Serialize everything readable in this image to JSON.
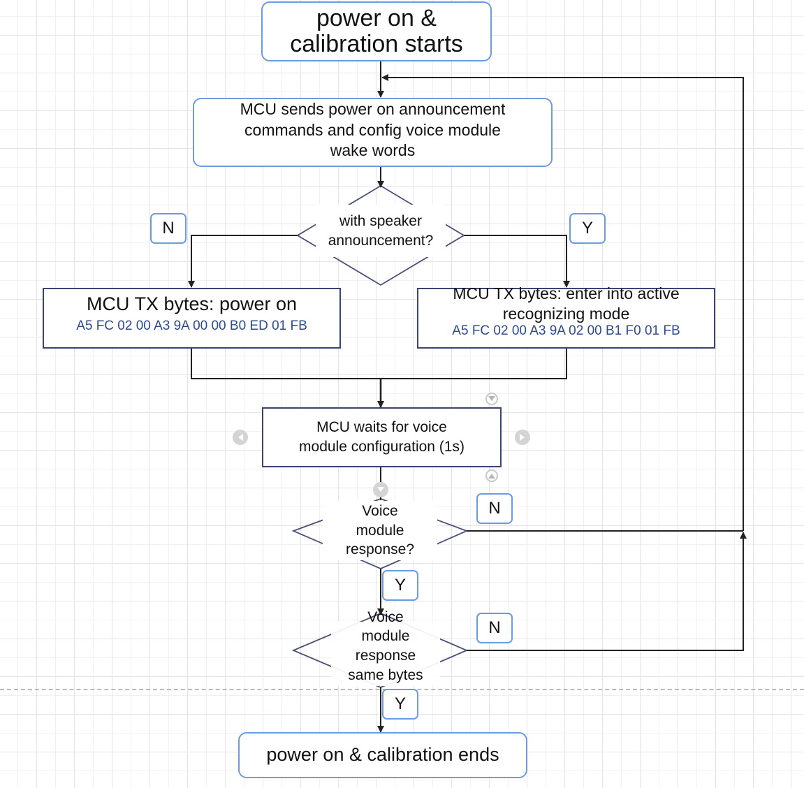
{
  "diagram": {
    "type": "flowchart",
    "nodes": {
      "start": {
        "label": "power on &\ncalibration starts",
        "shape": "rounded-rect"
      },
      "announce": {
        "label": "MCU sends power on announcement\ncommands and config voice module\nwake words",
        "shape": "rounded-rect"
      },
      "decision_speaker": {
        "label": "with speaker\nannouncement?",
        "shape": "diamond"
      },
      "tx_power_on": {
        "title": "MCU TX bytes: power on",
        "bytes": "A5 FC 02 00 A3 9A 00 00 B0 ED 01 FB",
        "shape": "rect"
      },
      "tx_active": {
        "title": "MCU TX bytes: enter into active\nrecognizing mode",
        "bytes": "A5 FC 02 00 A3 9A 02 00 B1 F0 01 FB",
        "shape": "rect"
      },
      "wait": {
        "label": "MCU waits for voice\nmodule configuration (1s)",
        "shape": "rect"
      },
      "decision_response": {
        "label": "Voice\nmodule\nresponse?",
        "shape": "diamond"
      },
      "decision_same": {
        "label": "Voice\nmodule\nresponse\nsame bytes",
        "shape": "diamond"
      },
      "end": {
        "label": "power on & calibration ends",
        "shape": "rounded-rect"
      }
    },
    "branch_labels": {
      "speaker_no": "N",
      "speaker_yes": "Y",
      "response_no": "N",
      "response_yes": "Y",
      "same_no": "N",
      "same_yes": "Y"
    },
    "edges": [
      {
        "from": "start",
        "to": "announce"
      },
      {
        "from": "announce",
        "to": "decision_speaker"
      },
      {
        "from": "decision_speaker",
        "to": "tx_power_on",
        "label": "N"
      },
      {
        "from": "decision_speaker",
        "to": "tx_active",
        "label": "Y"
      },
      {
        "from": "tx_power_on",
        "to": "wait"
      },
      {
        "from": "tx_active",
        "to": "wait"
      },
      {
        "from": "wait",
        "to": "decision_response"
      },
      {
        "from": "decision_response",
        "to": "decision_same",
        "label": "Y"
      },
      {
        "from": "decision_response",
        "to": "announce",
        "label": "N"
      },
      {
        "from": "decision_same",
        "to": "end",
        "label": "Y"
      },
      {
        "from": "decision_same",
        "to": "announce",
        "label": "N"
      }
    ]
  },
  "colors": {
    "terminal_border": "#6b9be0",
    "process_border": "#3d4470",
    "diamond_stroke": "#4a5078",
    "connector": "#222222",
    "bytes_text": "#2e4a8c"
  }
}
